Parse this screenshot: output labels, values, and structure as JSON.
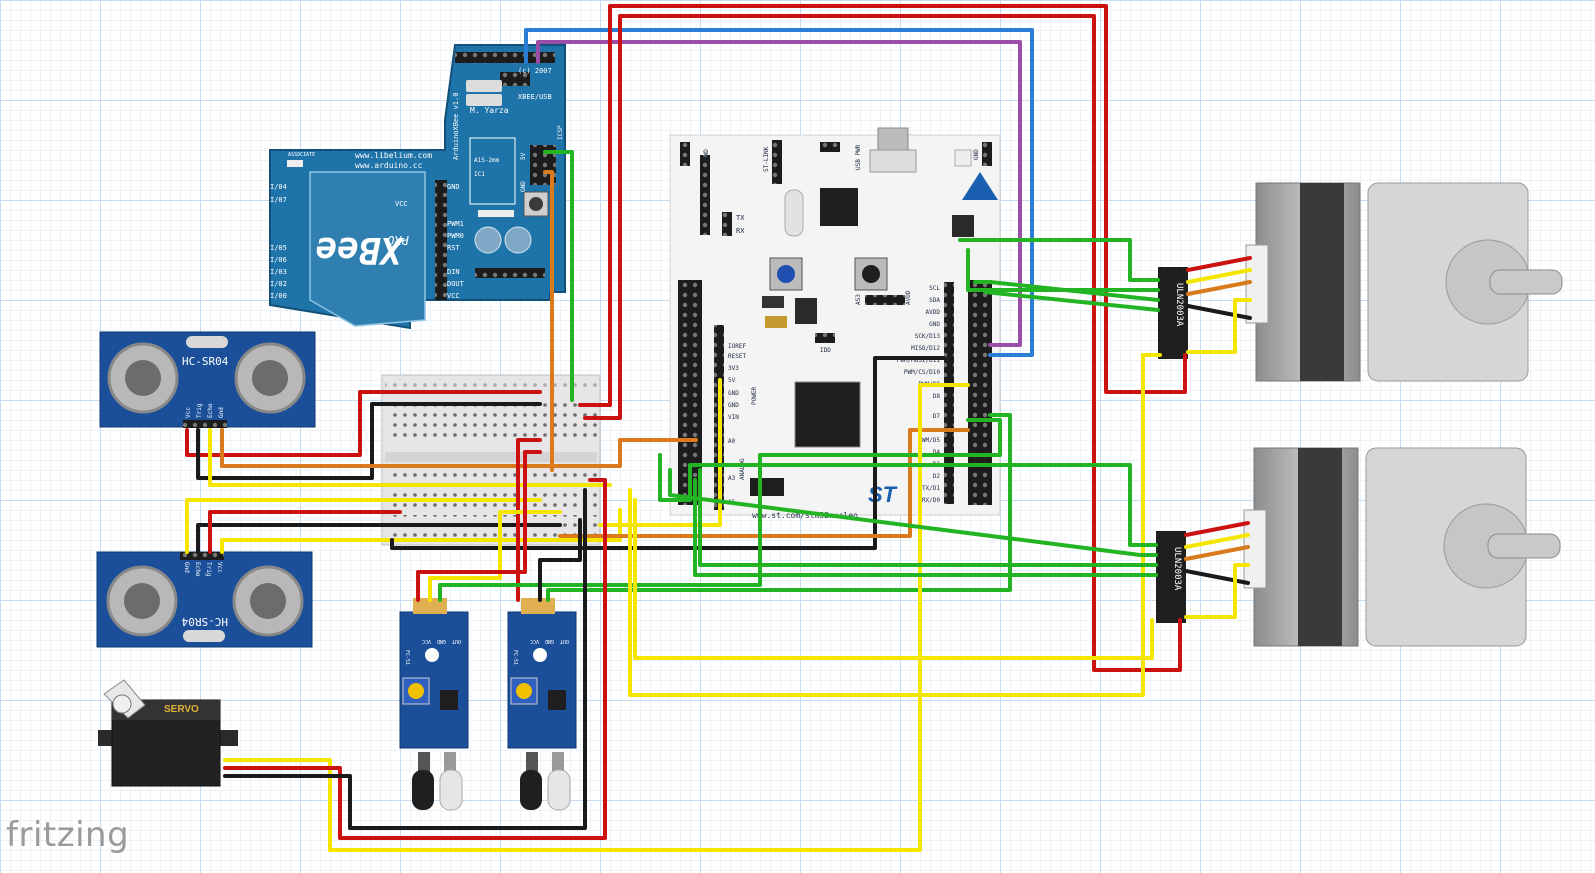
{
  "watermark": "fritzing",
  "xbee": {
    "copyright": "(c) 2007",
    "mode_label": "XBEE/USB",
    "author": "M. Yarza",
    "version": "ArduinoXBee v1.0",
    "url1": "www.libelium.com",
    "url2": "www.arduino.cc",
    "associate": "ASSOCIATE",
    "module_brand": "XBee",
    "module_pro": "PRO",
    "vcc_label": "VCC",
    "ic_label": "IC1",
    "reg_label": "A1S-2mm",
    "left_pins": [
      "I/04",
      "I/07",
      "I/05",
      "I/06",
      "I/03",
      "I/02",
      "I/00"
    ],
    "right_pins": [
      "GND",
      "PWM1",
      "PWM0",
      "RST",
      "DIN",
      "DOUT",
      "VCC"
    ],
    "icsp_label": "ICSP",
    "pin_5v": "5V",
    "pin_gnd": "GND"
  },
  "nucleo": {
    "url": "www.st.com/stm32nucleo",
    "brand": "ST",
    "swd": "SWD",
    "stlink": "ST-LINK",
    "usb_pwr": "USB PWR",
    "gnd_top": "GND",
    "tx": "TX",
    "rx": "RX",
    "idd": "IDD",
    "avdd_u": "AVDD",
    "as": "AS3",
    "left_header": [
      "IOREF",
      "RESET",
      "3V3",
      "5V",
      "GND",
      "GND",
      "VIN"
    ],
    "power_label": "POWER",
    "analog": [
      "A0",
      "A3",
      "A5"
    ],
    "analog_label": "ANALOG",
    "right_header": [
      "SCL",
      "SDA",
      "AVDD",
      "GND",
      "SCK/D13",
      "MISO/D12",
      "PWM/MOSI/D11",
      "PWM/CS/D10",
      "PWM/D9",
      "D8",
      "D7",
      "PWM/D5",
      "D4",
      "D3",
      "D2",
      "TX/D1",
      "RX/D0"
    ]
  },
  "hcsr04_top": {
    "model": "HC-SR04",
    "pins": [
      "Vcc",
      "Trig",
      "Echo",
      "Gnd"
    ]
  },
  "hcsr04_bottom": {
    "model": "HC-SR04",
    "pins": [
      "Gnd",
      "Echo",
      "Trig",
      "Vcc"
    ]
  },
  "ir_sensor_left": {
    "pins": [
      "VCC",
      "GND",
      "OUT"
    ],
    "model": "FC-51"
  },
  "ir_sensor_right": {
    "pins": [
      "VCC",
      "GND",
      "OUT"
    ],
    "model": "FC-51"
  },
  "servo": {
    "label": "SERVO"
  },
  "driver_top": {
    "label": "ULN2003A"
  },
  "driver_bottom": {
    "label": "ULN2003A"
  },
  "colors": {
    "red": "#cc1111",
    "black": "#1a1a1a",
    "yellow": "#f5e600",
    "orange": "#d97a1c",
    "green": "#22b422",
    "blue": "#2b7ed6",
    "purple": "#9b4ea8",
    "pcb_blue": "#1e73a8",
    "sensor_blue": "#1b4f9a"
  }
}
